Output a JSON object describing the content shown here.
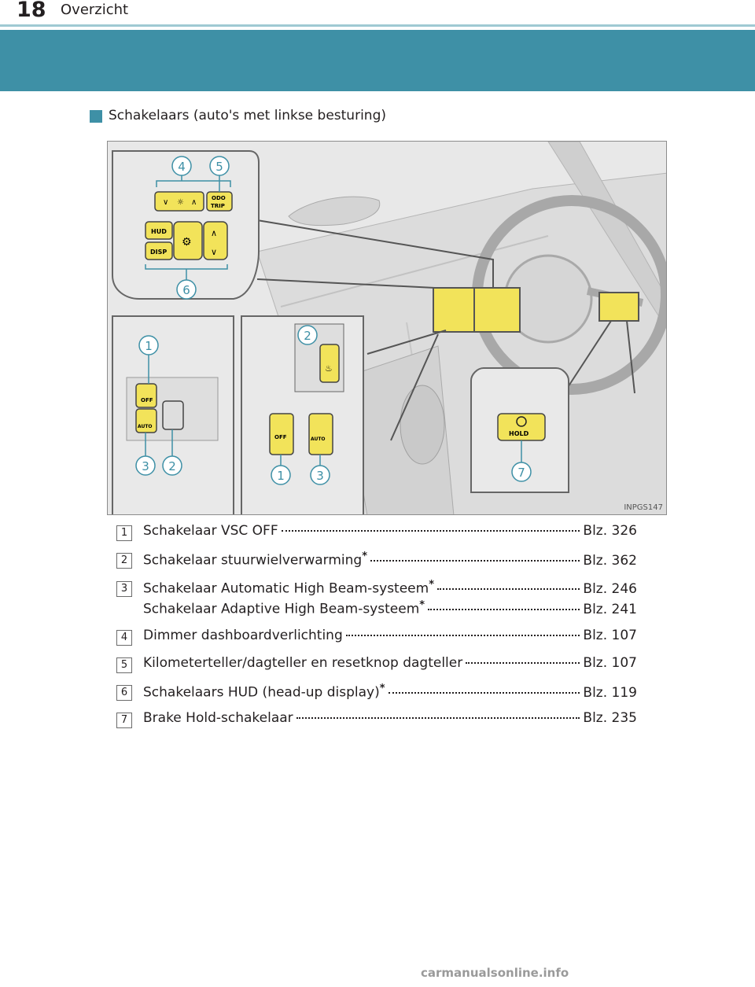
{
  "header": {
    "page_number": "18",
    "title": "Overzicht"
  },
  "section": {
    "heading": "Schakelaars (auto's met linkse besturing)"
  },
  "figure": {
    "image_code": "INPGS147",
    "callouts": [
      "1",
      "2",
      "3",
      "4",
      "5",
      "6",
      "7"
    ],
    "button_labels": {
      "hud": "HUD",
      "disp": "DISP",
      "odo": "ODO",
      "trip": "TRIP",
      "off": "OFF",
      "auto": "AUTO",
      "hold": "HOLD"
    }
  },
  "items": [
    {
      "num": "1",
      "label": "Schakelaar VSC OFF",
      "page": "Blz. 326"
    },
    {
      "num": "2",
      "label": "Schakelaar stuurwielverwarming",
      "star": "*",
      "page": "Blz. 362"
    },
    {
      "num": "3",
      "label": "Schakelaar Automatic High Beam-systeem",
      "star": "*",
      "page": "Blz. 246",
      "label2": "Schakelaar Adaptive High Beam-systeem",
      "star2": "*",
      "page2": "Blz. 241"
    },
    {
      "num": "4",
      "label": "Dimmer dashboardverlichting",
      "page": "Blz. 107"
    },
    {
      "num": "5",
      "label": "Kilometerteller/dagteller en resetknop dagteller",
      "page": "Blz. 107"
    },
    {
      "num": "6",
      "label": "Schakelaars HUD (head-up display)",
      "star": "*",
      "page": "Blz. 119"
    },
    {
      "num": "7",
      "label": "Brake Hold-schakelaar",
      "page": "Blz. 235"
    }
  ],
  "footer": {
    "watermark": "carmanualsonline.info"
  },
  "colors": {
    "band": "#3e90a6",
    "highlight": "#f2e35a",
    "callout_stroke": "#3e90a6"
  }
}
